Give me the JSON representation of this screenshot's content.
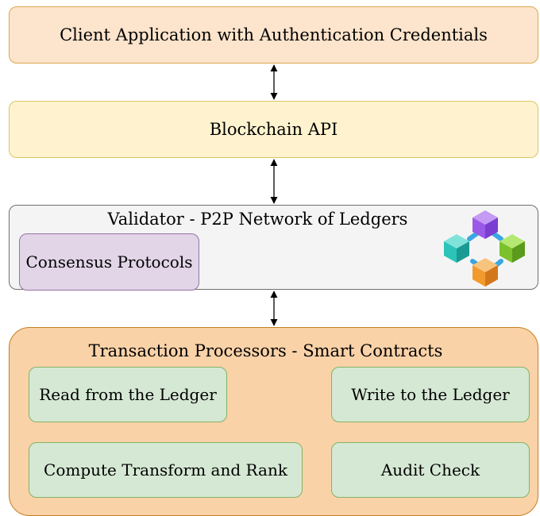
{
  "client": {
    "label": "Client Application with Authentication Credentials"
  },
  "api": {
    "label": "Blockchain API"
  },
  "validator": {
    "title": "Validator - P2P Network of Ledgers",
    "consensus_label": "Consensus Protocols",
    "icon": "blockchain-cubes-icon"
  },
  "processors": {
    "title": "Transaction Processors - Smart Contracts",
    "items": [
      {
        "label": "Read from the Ledger"
      },
      {
        "label": "Write to the Ledger"
      },
      {
        "label": "Compute Transform and Rank"
      },
      {
        "label": "Audit Check"
      }
    ]
  },
  "colors": {
    "client_fill": "#fde4cc",
    "api_fill": "#fff3cf",
    "validator_fill": "#f4f4f4",
    "consensus_fill": "#e1d5e7",
    "processors_fill": "#fad2a8",
    "process_fill": "#d5e8d4",
    "cube_purple": "#9b59e8",
    "cube_green": "#7cc12b",
    "cube_teal": "#2cc3b8",
    "cube_orange": "#f39a2d"
  }
}
